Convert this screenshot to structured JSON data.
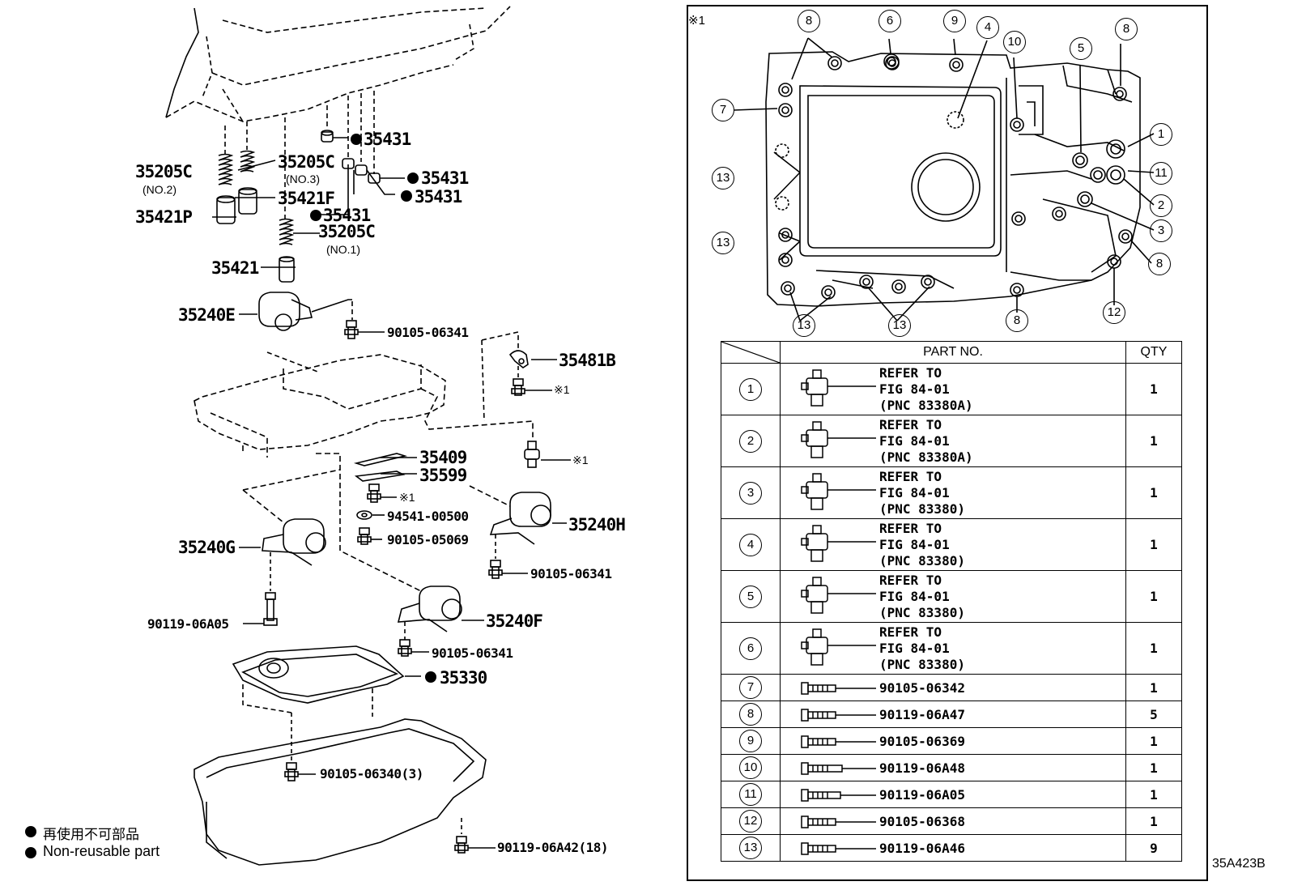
{
  "diagram_code": "35A423B",
  "legend": {
    "jp": "再使用不可部品",
    "en": "Non-reusable part"
  },
  "mark_note": "※1",
  "left_labels": {
    "spring_no2": "35205C",
    "spring_no2_sub": "(NO.2)",
    "spring_no3": "35205C",
    "spring_no3_sub": "(NO.3)",
    "spring_no1": "35205C",
    "spring_no1_sub": "(NO.1)",
    "ball_a": "35431",
    "ball_b": "35431",
    "ball_c": "35431",
    "ball_d": "35431",
    "plunger_f": "35421F",
    "plunger_p": "35421P",
    "plunger": "35421",
    "sol_e": "35240E",
    "bolt_e": "90105-06341",
    "clamp": "35481B",
    "clamp_bolt_mark": "※1",
    "sensor_mark": "※1",
    "plate1": "35409",
    "plate2": "35599",
    "plate_bolt_mark": "※1",
    "washer": "94541-00500",
    "bolt_05069": "90105-05069",
    "sol_h": "35240H",
    "bolt_h": "90105-06341",
    "sol_g": "35240G",
    "bolt_g": "90119-06A05",
    "sol_f": "35240F",
    "bolt_f": "90105-06341",
    "strainer": "35330",
    "bolt_strainer": "90105-06340(3)",
    "bolt_pan": "90119-06A42(18)"
  },
  "callouts": [
    "1",
    "2",
    "3",
    "4",
    "5",
    "6",
    "7",
    "8",
    "9",
    "10",
    "11",
    "12",
    "13"
  ],
  "parts_table": {
    "header_part": "PART NO.",
    "header_qty": "QTY",
    "rows": [
      {
        "num": "1",
        "ref1": "REFER TO",
        "ref2": "FIG 84-01",
        "ref3": "(PNC 83380A)",
        "qty": "1"
      },
      {
        "num": "2",
        "ref1": "REFER TO",
        "ref2": "FIG 84-01",
        "ref3": "(PNC 83380A)",
        "qty": "1"
      },
      {
        "num": "3",
        "ref1": "REFER TO",
        "ref2": "FIG 84-01",
        "ref3": "(PNC 83380)",
        "qty": "1"
      },
      {
        "num": "4",
        "ref1": "REFER TO",
        "ref2": "FIG 84-01",
        "ref3": "(PNC 83380)",
        "qty": "1"
      },
      {
        "num": "5",
        "ref1": "REFER TO",
        "ref2": "FIG 84-01",
        "ref3": "(PNC 83380)",
        "qty": "1"
      },
      {
        "num": "6",
        "ref1": "REFER TO",
        "ref2": "FIG 84-01",
        "ref3": "(PNC 83380)",
        "qty": "1"
      },
      {
        "num": "7",
        "pn": "90105-06342",
        "qty": "1"
      },
      {
        "num": "8",
        "pn": "90119-06A47",
        "qty": "5"
      },
      {
        "num": "9",
        "pn": "90105-06369",
        "qty": "1"
      },
      {
        "num": "10",
        "pn": "90119-06A48",
        "qty": "1"
      },
      {
        "num": "11",
        "pn": "90119-06A05",
        "qty": "1"
      },
      {
        "num": "12",
        "pn": "90105-06368",
        "qty": "1"
      },
      {
        "num": "13",
        "pn": "90119-06A46",
        "qty": "9"
      }
    ]
  }
}
